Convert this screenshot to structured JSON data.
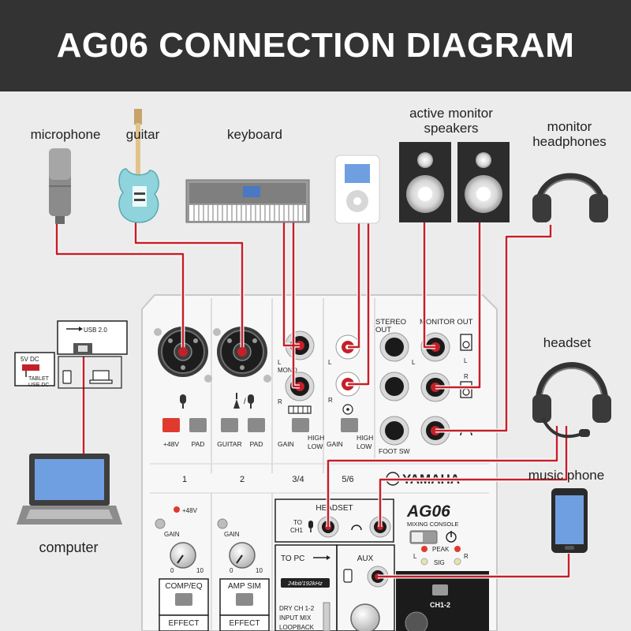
{
  "header": {
    "title": "AG06 CONNECTION DIAGRAM"
  },
  "devices": {
    "microphone": "microphone",
    "guitar": "guitar",
    "keyboard": "keyboard",
    "speakers_line1": "active monitor",
    "speakers_line2": "speakers",
    "headphones_line1": "monitor",
    "headphones_line2": "headphones",
    "headset": "headset",
    "music_phone": "music phone",
    "computer": "computer"
  },
  "usb": {
    "usb_label": "USB 2.0",
    "dc_label": "5V DC",
    "tablet_line1": "TABLET",
    "tablet_line2": "USE DC"
  },
  "mixer": {
    "stereo_out": "STEREO",
    "stereo_out2": "OUT",
    "monitor_out": "MONITOR OUT",
    "ch_l": "L",
    "ch_r": "R",
    "mono": "MONO",
    "plus48": "+48V",
    "pad": "PAD",
    "guitar": "GUITAR",
    "gain": "GAIN",
    "high": "HIGH",
    "low": "LOW",
    "foot_sw": "FOOT SW",
    "ch1": "1",
    "ch2": "2",
    "ch34": "3/4",
    "ch56": "5/6",
    "brand": "YAMAHA",
    "model": "AG06",
    "model_sub": "MIXING CONSOLE",
    "headset_sec": "HEADSET",
    "to_ch1_a": "TO",
    "to_ch1_b": "CH1",
    "peak": "PEAK",
    "sig": "SIG",
    "to_pc": "TO PC",
    "aux": "AUX",
    "bitrate": "24bit/192kHz",
    "dry1": "DRY CH 1-2",
    "dry2": "INPUT MIX",
    "dry3": "LOOPBACK",
    "comp_eq": "COMP/EQ",
    "amp_sim": "AMP SIM",
    "effect": "EFFECT",
    "ch12": "CH1-2",
    "knob_min": "0",
    "knob_max": "10"
  },
  "colors": {
    "banner_bg": "#333333",
    "cable": "#c4202a",
    "mixer_body": "#f6f6f6",
    "jack": "#2a2a2a",
    "screen_blue": "#6f9fe0"
  }
}
